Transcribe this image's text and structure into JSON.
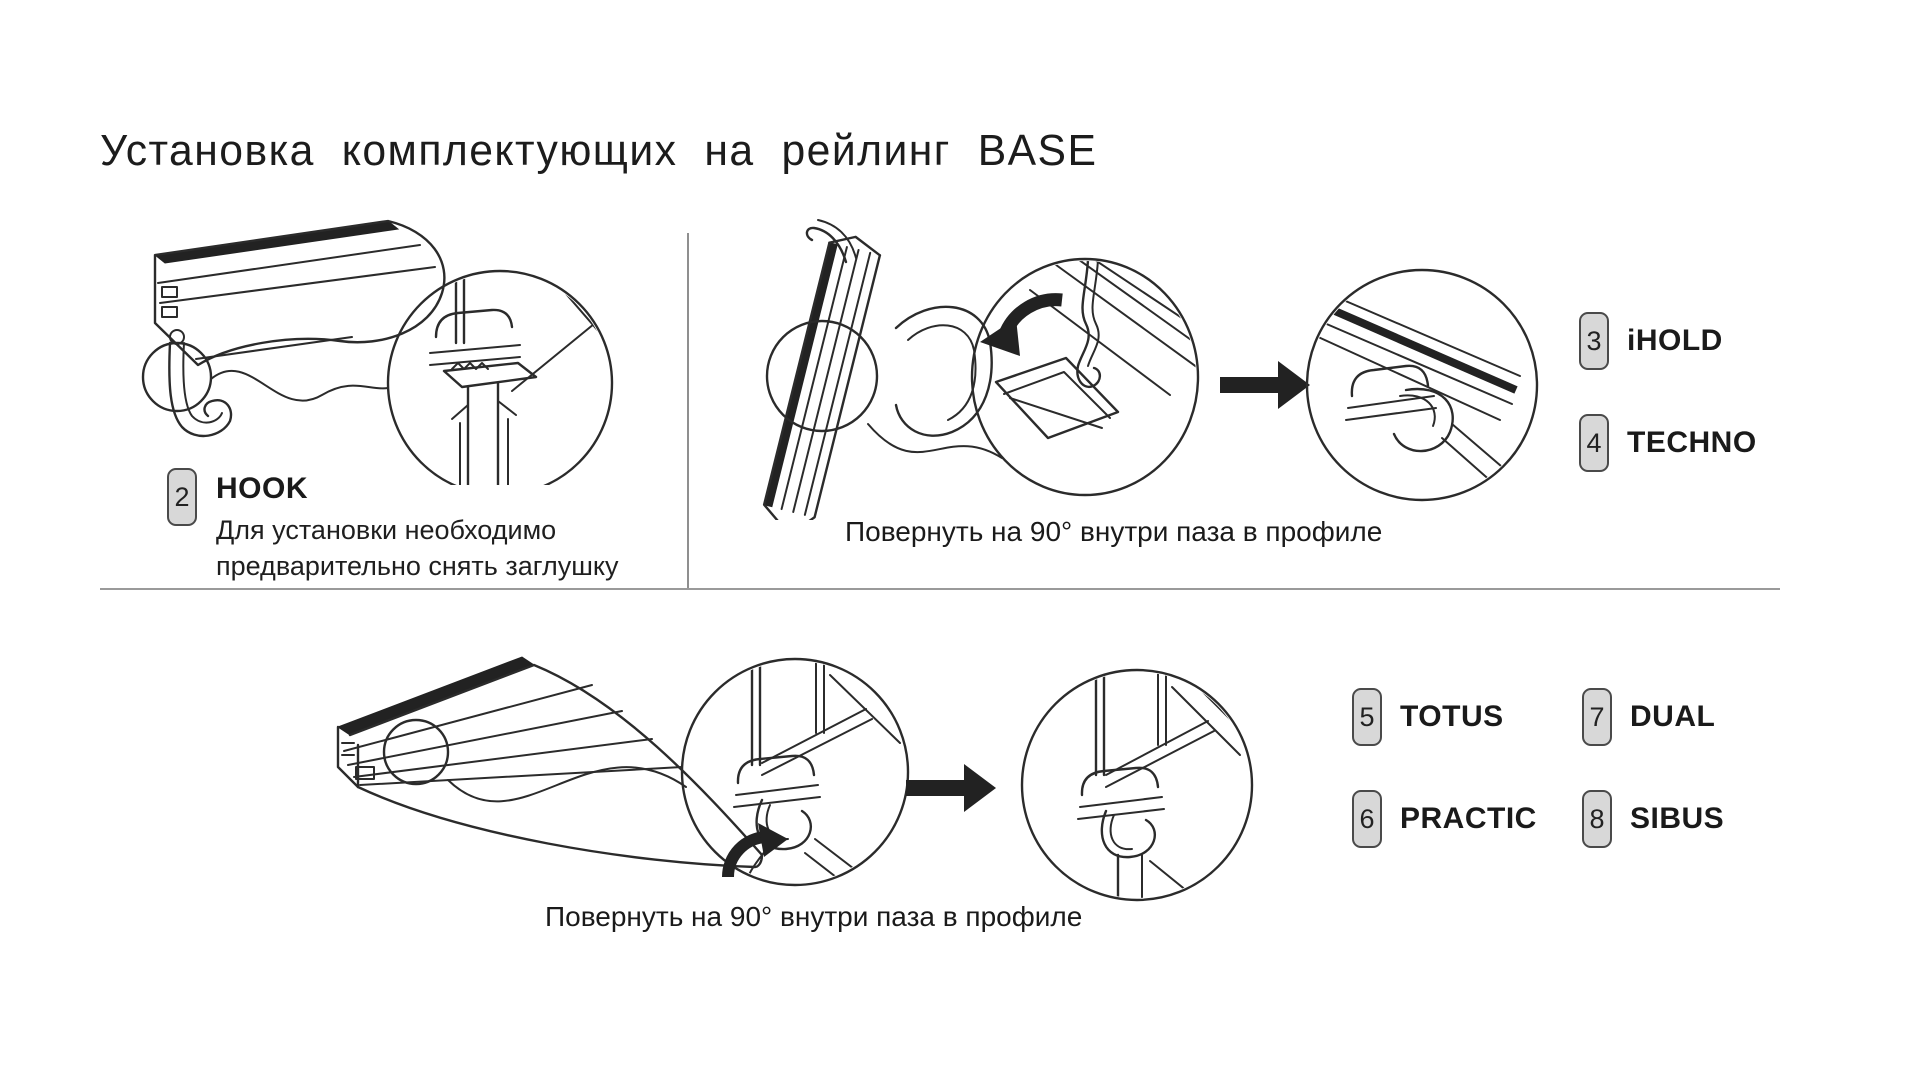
{
  "page": {
    "title": "Установка комплектующих на рейлинг BASE",
    "background": "#ffffff"
  },
  "colors": {
    "line": "#2b2b2b",
    "dark_fill": "#222222",
    "badge_bg": "#d8d8d8",
    "badge_border": "#4a4a4a",
    "divider": "#9a9a9a",
    "text": "#1a1a1a"
  },
  "icons": {
    "right_arrow": "➔",
    "rotate_ccw_arrow": "↶",
    "rotate_cw_arrow": "↷",
    "magnifier_circle": "○"
  },
  "sections": {
    "hook": {
      "badge": "2",
      "name": "HOOK",
      "description_line1": "Для установки необходимо",
      "description_line2": "предварительно снять заглушку"
    },
    "rotate_top": {
      "instruction": "Повернуть на 90° внутри паза в профиле",
      "items": [
        {
          "badge": "3",
          "name": "iHOLD"
        },
        {
          "badge": "4",
          "name": "TECHNO"
        }
      ]
    },
    "rotate_bottom": {
      "instruction": "Повернуть на 90° внутри паза в профиле",
      "items": [
        {
          "badge": "5",
          "name": "TOTUS"
        },
        {
          "badge": "6",
          "name": "PRACTIC"
        },
        {
          "badge": "7",
          "name": "DUAL"
        },
        {
          "badge": "8",
          "name": "SIBUS"
        }
      ]
    }
  }
}
